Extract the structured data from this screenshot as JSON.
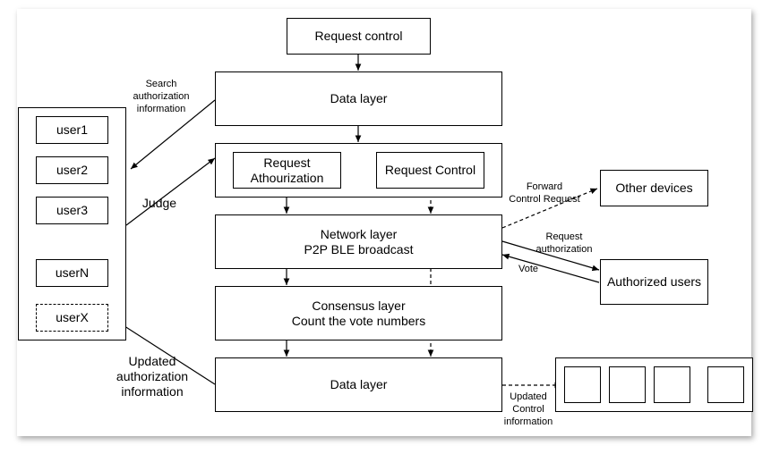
{
  "nodes": {
    "request_control": "Request control",
    "data_layer_top": "Data layer",
    "request_authorization": "Request\nAthourization",
    "request_control_inner": "Request Control",
    "network_layer": "Network layer\nP2P BLE broadcast",
    "consensus_layer": "Consensus layer\nCount the vote numbers",
    "data_layer_bottom": "Data layer",
    "other_devices": "Other devices",
    "authorized_users": "Authorized users"
  },
  "users": {
    "user1": "user1",
    "user2": "user2",
    "user3": "user3",
    "userN": "userN",
    "userX": "userX"
  },
  "edge_labels": {
    "search": "Search\nauthorization\ninformation",
    "judge": "Judge",
    "updated_auth": "Updated\nauthorization\ninformation",
    "forward": "Forward\nControl Request",
    "request_auth": "Request\nauthorization",
    "vote": "Vote",
    "updated_control": "Updated\nControl\ninformation"
  },
  "colors": {
    "line": "#000000",
    "background": "#ffffff"
  }
}
